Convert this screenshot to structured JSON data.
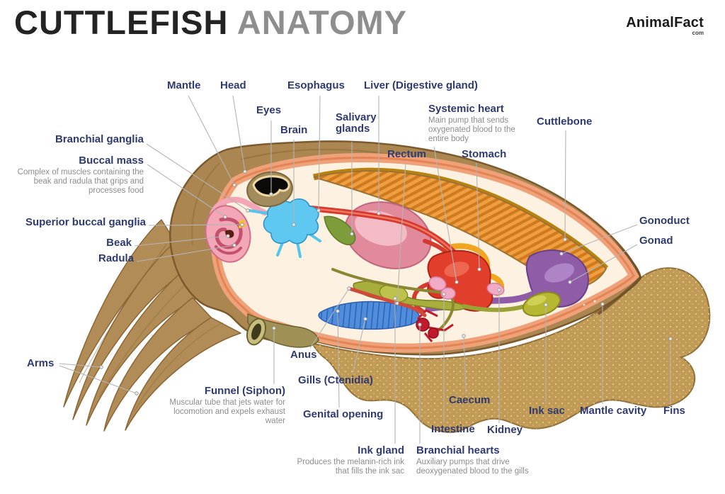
{
  "header": {
    "title_primary": "CUTTLEFISH",
    "title_secondary": "ANATOMY",
    "brand": "AnimalFact",
    "brand_suffix": "com"
  },
  "labels": {
    "mantle": {
      "text": "Mantle"
    },
    "head": {
      "text": "Head"
    },
    "eyes": {
      "text": "Eyes"
    },
    "brain": {
      "text": "Brain"
    },
    "esophagus": {
      "text": "Esophagus"
    },
    "salivary_glands": {
      "text": "Salivary glands"
    },
    "liver": {
      "text": "Liver (Digestive gland)"
    },
    "systemic_heart": {
      "text": "Systemic heart",
      "desc": "Main pump that sends oxygenated blood to the entire body"
    },
    "rectum": {
      "text": "Rectum"
    },
    "stomach": {
      "text": "Stomach"
    },
    "cuttlebone": {
      "text": "Cuttlebone"
    },
    "gonoduct": {
      "text": "Gonoduct"
    },
    "gonad": {
      "text": "Gonad"
    },
    "branchial_ganglia": {
      "text": "Branchial ganglia"
    },
    "buccal_mass": {
      "text": "Buccal mass",
      "desc": "Complex of muscles containing the beak and radula that grips and processes food"
    },
    "superior_buccal_ganglia": {
      "text": "Superior buccal ganglia"
    },
    "beak": {
      "text": "Beak"
    },
    "radula": {
      "text": "Radula"
    },
    "arms": {
      "text": "Arms"
    },
    "funnel": {
      "text": "Funnel (Siphon)",
      "desc": "Muscular tube that jets water for locomotion and expels exhaust water"
    },
    "anus": {
      "text": "Anus"
    },
    "gills": {
      "text": "Gills (Ctenidia)"
    },
    "genital_opening": {
      "text": "Genital opening"
    },
    "caecum": {
      "text": "Caecum"
    },
    "intestine": {
      "text": "Intestine"
    },
    "kidney": {
      "text": "Kidney"
    },
    "ink_sac": {
      "text": "Ink sac"
    },
    "mantle_cavity": {
      "text": "Mantle cavity"
    },
    "fins": {
      "text": "Fins"
    },
    "ink_gland": {
      "text": "Ink gland",
      "desc": "Produces the melanin-rich ink that fills the ink sac"
    },
    "branchial_hearts": {
      "text": "Branchial hearts",
      "desc": "Auxiliary pumps that drive deoxygenated blood to the gills"
    }
  },
  "colors": {
    "label_text": "#2f3a70",
    "description_text": "#8d8d8d",
    "title_primary": "#232323",
    "title_secondary": "#8e8e8e",
    "leader_line": "#b4b4b4",
    "body_tan": "#ab8650",
    "fin_tan": "#c19a55",
    "cavity_cream": "#fdf2e1",
    "cavity_rim": "#efa279",
    "cuttlebone_orange": "#f09f40",
    "liver_rose": "#e08a9b",
    "stomach_red": "#e23e2c",
    "gonad_purple": "#8f5da7",
    "gill_blue": "#4f8cdc",
    "ink_sac_olive": "#b6b832",
    "brain_blue": "#5ec8f0",
    "buccal_pink": "#f3a6b5"
  }
}
